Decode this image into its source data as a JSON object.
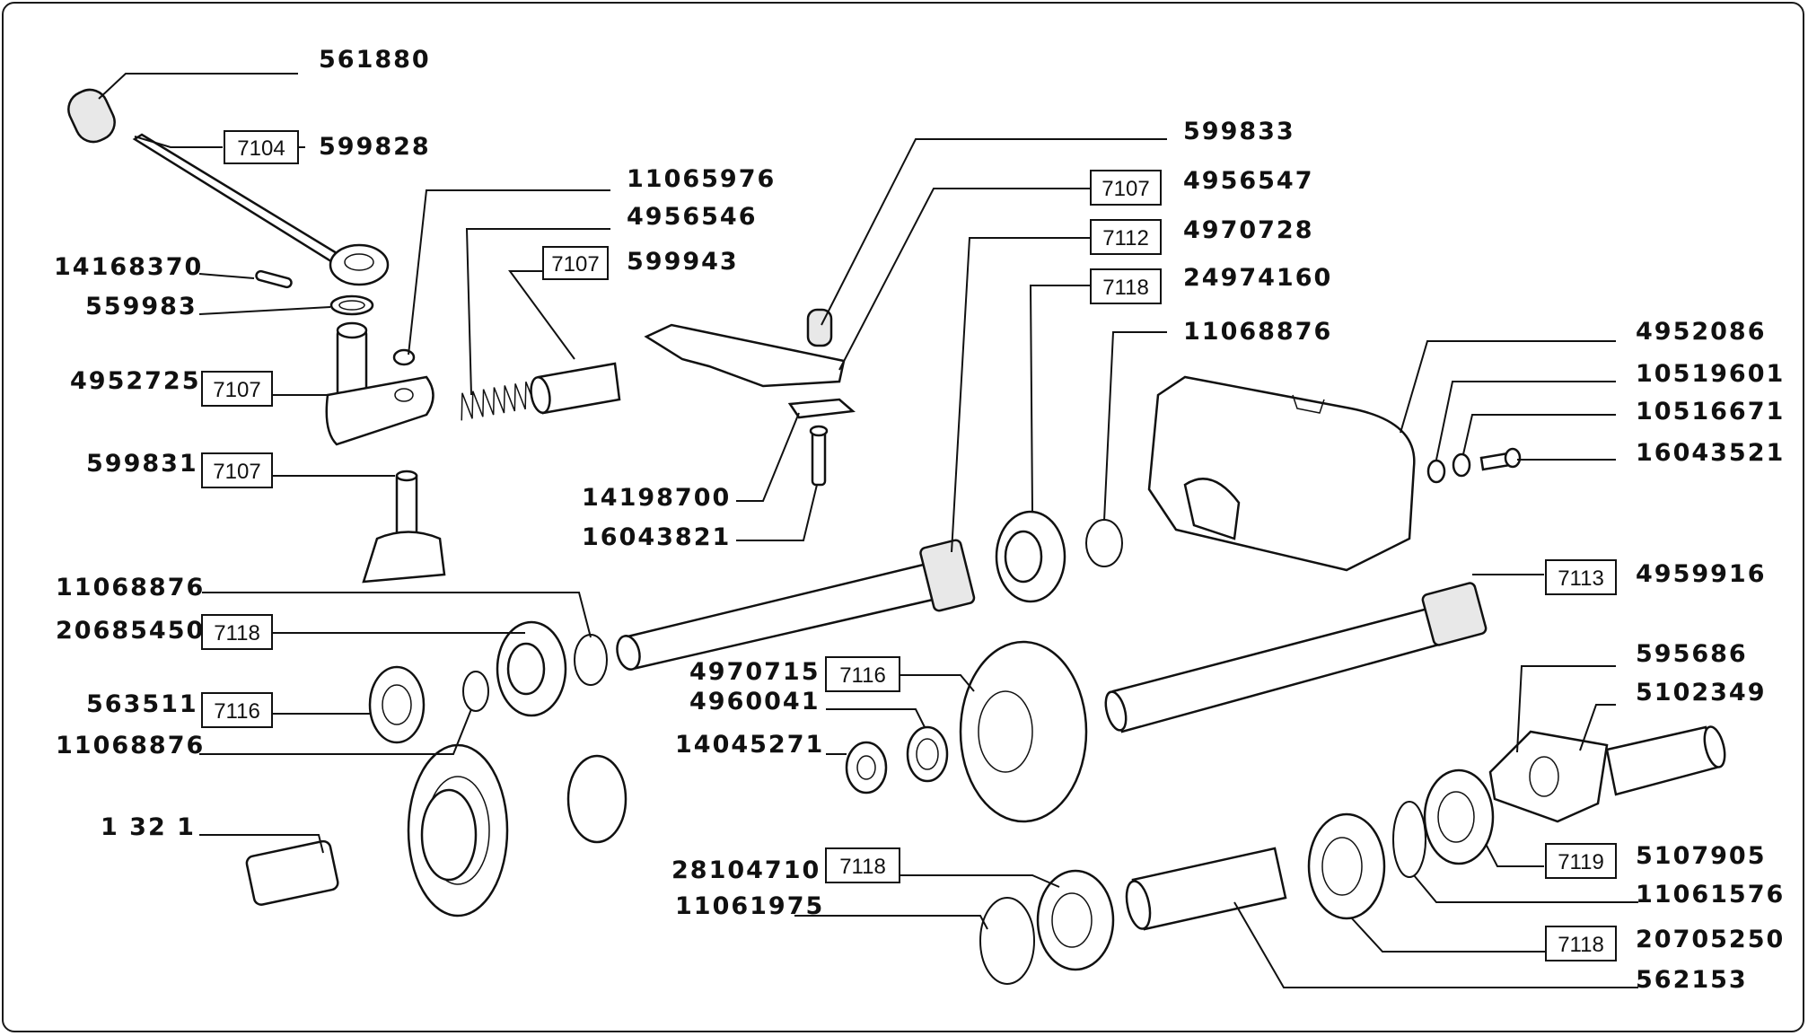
{
  "diagram": {
    "part_numbers": {
      "p561880": "561880",
      "p599828": "599828",
      "p11065976": "11065976",
      "p4956546": "4956546",
      "p599943": "599943",
      "p14168370": "14168370",
      "p559983": "559983",
      "p4952725": "4952725",
      "p599831": "599831",
      "p599833": "599833",
      "p4956547": "4956547",
      "p4970728": "4970728",
      "p24974160": "24974160",
      "p11068876_top": "11068876",
      "p14198700": "14198700",
      "p16043821": "16043821",
      "p4952086": "4952086",
      "p10519601": "10519601",
      "p10516671": "10516671",
      "p16043521": "16043521",
      "p11068876_left": "11068876",
      "p20685450": "20685450",
      "p563511": "563511",
      "p11068876_left2": "11068876",
      "p1321": "1 32 1",
      "p4970715": "4970715",
      "p4960041": "4960041",
      "p14045271": "14045271",
      "p28104710": "28104710",
      "p11061975": "11061975",
      "p4959916": "4959916",
      "p595686": "595686",
      "p5102349": "5102349",
      "p5107905": "5107905",
      "p11061576": "11061576",
      "p20705250": "20705250",
      "p562153": "562153"
    },
    "group_codes": {
      "g7104": "7104",
      "g7107_a": "7107",
      "g7107_b": "7107",
      "g7107_c": "7107",
      "g7107_d": "7107",
      "g7112": "7112",
      "g7118_a": "7118",
      "g7118_b": "7118",
      "g7116_a": "7116",
      "g7116_b": "7116",
      "g7118_c": "7118",
      "g7113": "7113",
      "g7119": "7119",
      "g7118_d": "7118"
    }
  }
}
